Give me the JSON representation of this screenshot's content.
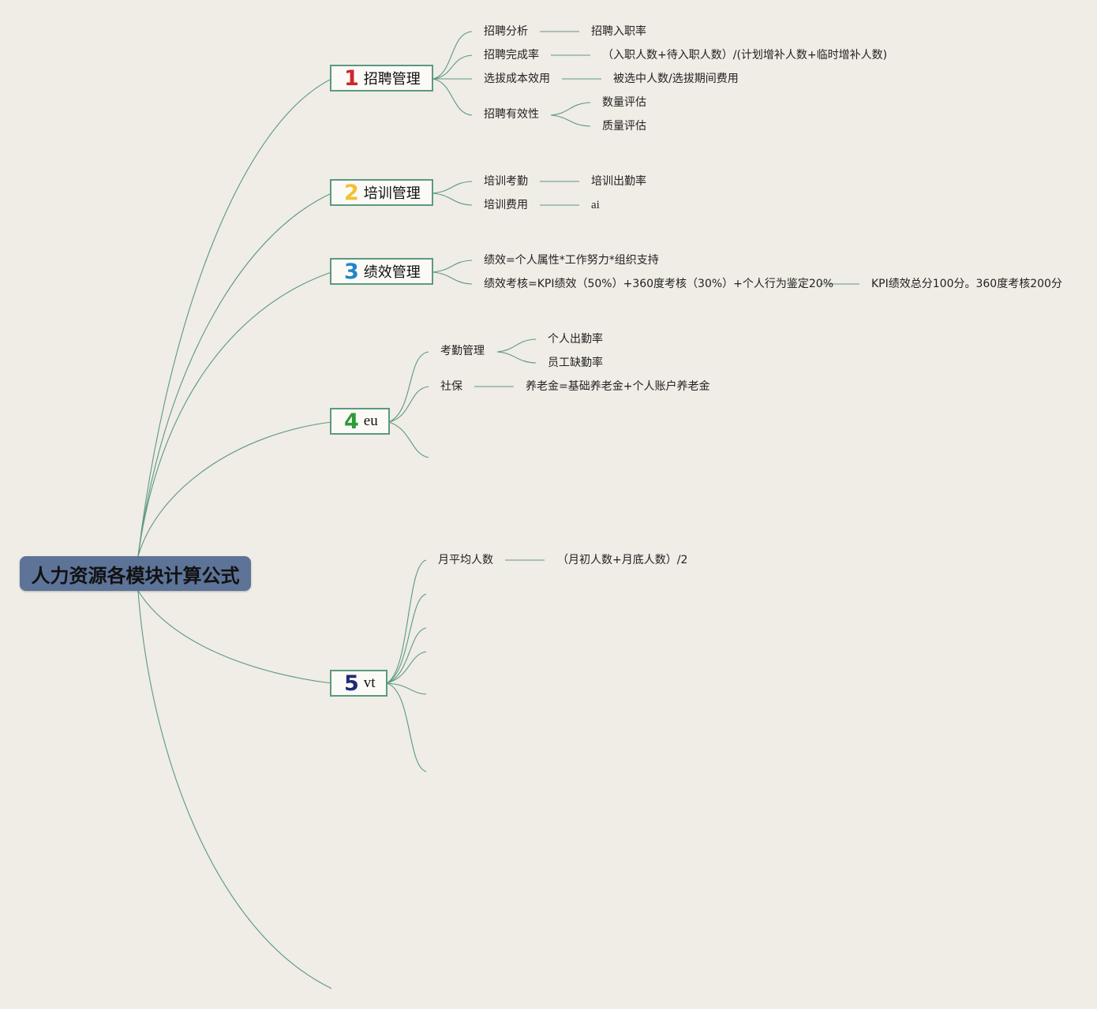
{
  "root": {
    "label": "人力资源各模块计算公式"
  },
  "branches": [
    {
      "number": "1",
      "number_color": "#d2232a",
      "label": "招聘管理",
      "children": [
        {
          "label": "招聘分析",
          "detail": "招聘入职率"
        },
        {
          "label": "招聘完成率",
          "detail": "（入职人数+待入职人数）/(计划增补人数+临时增补人数)"
        },
        {
          "label": "选拔成本效用",
          "detail": "被选中人数/选拔期间费用"
        },
        {
          "label": "招聘有效性",
          "sub": [
            "数量评估",
            "质量评估"
          ]
        }
      ]
    },
    {
      "number": "2",
      "number_color": "#f2c12e",
      "label": "培训管理",
      "children": [
        {
          "label": "培训考勤",
          "detail": "培训出勤率"
        },
        {
          "label": "培训费用",
          "detail": "ai"
        }
      ]
    },
    {
      "number": "3",
      "number_color": "#1f86c8",
      "label": "绩效管理",
      "children": [
        {
          "label": "绩效=个人属性*工作努力*组织支持"
        },
        {
          "label": "绩效考核=KPI绩效（50%）+360度考核（30%）+个人行为鉴定20%",
          "detail": "KPI绩效总分100分。360度考核200分"
        }
      ]
    },
    {
      "number": "4",
      "number_color": "#2e9a3a",
      "label": "eu",
      "children": [
        {
          "label": "考勤管理",
          "sub": [
            "个人出勤率",
            "员工缺勤率"
          ]
        },
        {
          "label": "社保",
          "detail": "养老金=基础养老金+个人账户养老金"
        },
        {
          "label": ""
        }
      ]
    },
    {
      "number": "5",
      "number_color": "#1e2a78",
      "label": "vt",
      "children": [
        {
          "label": "月平均人数",
          "detail": "（月初人数+月底人数）/2"
        },
        {
          "label": ""
        },
        {
          "label": ""
        },
        {
          "label": ""
        },
        {
          "label": ""
        },
        {
          "label": ""
        }
      ]
    }
  ]
}
